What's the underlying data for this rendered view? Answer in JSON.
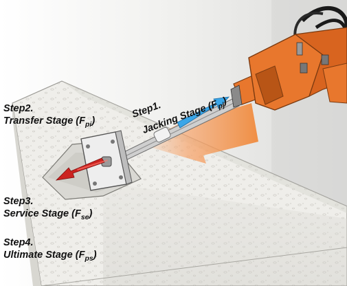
{
  "step1": {
    "label": "Step1.",
    "stage": "Jacking Stage (F",
    "sub": "pj",
    "close": ")"
  },
  "step2": {
    "label": "Step2.",
    "stage": "Transfer Stage (F",
    "sub": "pi",
    "close": ")"
  },
  "step3": {
    "label": "Step3.",
    "stage": "Service Stage (F",
    "sub": "se",
    "close": ")"
  },
  "step4": {
    "label": "Step4.",
    "stage": "Ultimate Stage (F",
    "sub": "ps",
    "close": ")"
  },
  "colors": {
    "jack": "#e8772d",
    "jack_dark": "#b85516",
    "concrete": "#efeeea",
    "jacking_arrow": "#3aa6e8",
    "transfer_arrow": "#cc2320",
    "transfer_glow": "#f6a36a"
  },
  "icons": [
    "hydraulic-jack-icon",
    "anchor-plate-icon",
    "tendon-icon",
    "force-arrow-icon"
  ]
}
